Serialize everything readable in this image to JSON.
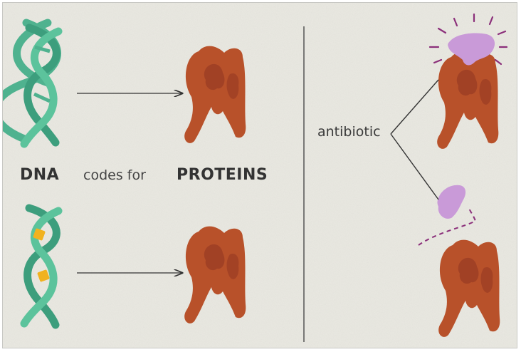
{
  "labels": {
    "dna": "DNA",
    "codes_for": "codes for",
    "proteins": "PROTEINS",
    "antibiotic": "antibiotic"
  },
  "colors": {
    "background": "#e9e8e1",
    "dna_strand": "#4fb28f",
    "dna_mutation": "#f1b21f",
    "protein": "#b8512a",
    "protein_shade": "#8a3120",
    "antibiotic": "#c99ad8",
    "antibiotic_blocked_path": "#8b2f7a",
    "arrow": "#333333"
  },
  "icons": {
    "normal_dna": "double-helix-icon",
    "mutated_dna": "mutated-double-helix-icon",
    "protein": "protein-blob-icon",
    "antibiotic": "antibiotic-molecule-icon",
    "binding_burst": "burst-rays-icon"
  }
}
